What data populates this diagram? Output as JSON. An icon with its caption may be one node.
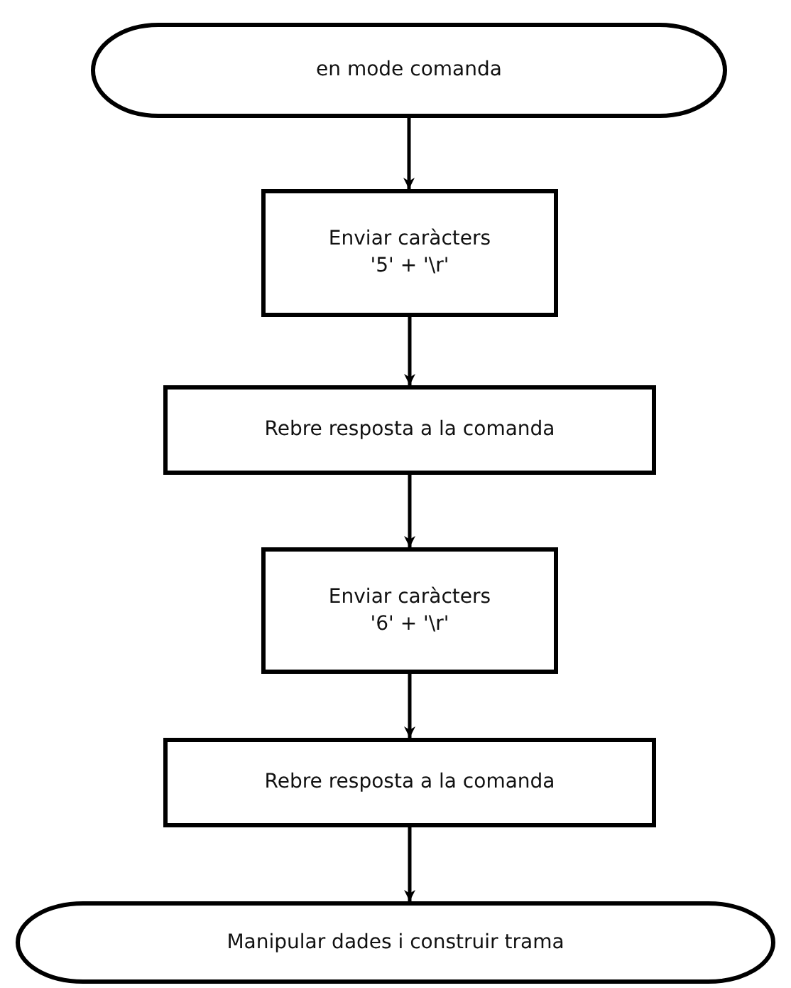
{
  "diagram": {
    "nodes": [
      {
        "text": [
          "en mode comanda"
        ]
      },
      {
        "text": [
          "Enviar caràcters '5' + '\\r'"
        ]
      },
      {
        "text": [
          "Rebre resposta a la comanda"
        ]
      },
      {
        "text": [
          "Enviar caràcters '6' + '\\r'"
        ]
      },
      {
        "text": [
          "Rebre resposta a la comanda"
        ]
      },
      {
        "text": [
          "Manipular dades i construir trama"
        ]
      }
    ],
    "edges": [
      {
        "from": 0,
        "to": 1,
        "arrow": "to"
      },
      {
        "from": 1,
        "to": 2,
        "arrow": "to"
      },
      {
        "from": 2,
        "to": 3,
        "arrow": "to"
      },
      {
        "from": 3,
        "to": 4,
        "arrow": "to"
      },
      {
        "from": 4,
        "to": 5,
        "arrow": "to"
      }
    ]
  }
}
